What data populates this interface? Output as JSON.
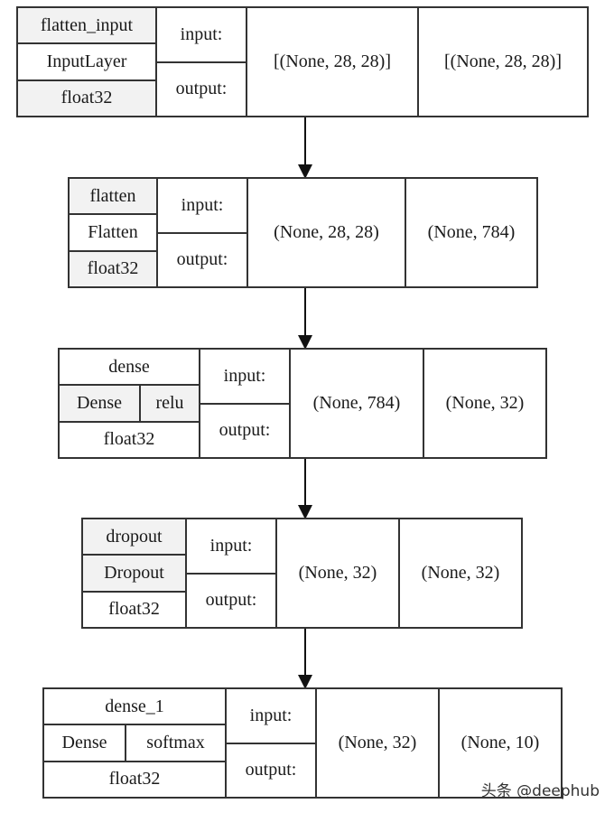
{
  "layers": [
    {
      "name": "flatten_input",
      "type": "InputLayer",
      "activation": "",
      "dtype": "float32",
      "io_labels": {
        "input": "input:",
        "output": "output:"
      },
      "input_shape": "[(None, 28, 28)]",
      "output_shape": "[(None, 28, 28)]"
    },
    {
      "name": "flatten",
      "type": "Flatten",
      "activation": "",
      "dtype": "float32",
      "io_labels": {
        "input": "input:",
        "output": "output:"
      },
      "input_shape": "(None, 28, 28)",
      "output_shape": "(None, 784)"
    },
    {
      "name": "dense",
      "type": "Dense",
      "activation": "relu",
      "dtype": "float32",
      "io_labels": {
        "input": "input:",
        "output": "output:"
      },
      "input_shape": "(None, 784)",
      "output_shape": "(None, 32)"
    },
    {
      "name": "dropout",
      "type": "Dropout",
      "activation": "",
      "dtype": "float32",
      "io_labels": {
        "input": "input:",
        "output": "output:"
      },
      "input_shape": "(None, 32)",
      "output_shape": "(None, 32)"
    },
    {
      "name": "dense_1",
      "type": "Dense",
      "activation": "softmax",
      "dtype": "float32",
      "io_labels": {
        "input": "input:",
        "output": "output:"
      },
      "input_shape": "(None, 32)",
      "output_shape": "(None, 10)"
    }
  ],
  "watermark": "头条 @deephub"
}
